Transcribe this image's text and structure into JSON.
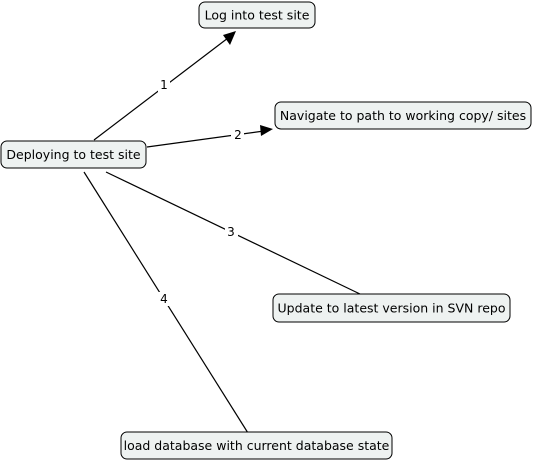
{
  "diagram": {
    "nodes": {
      "root": {
        "label": "Deploying to test site"
      },
      "n1": {
        "label": "Log into test site"
      },
      "n2": {
        "label": "Navigate to path to working copy/ sites"
      },
      "n3": {
        "label": "Update to latest version in SVN repo"
      },
      "n4": {
        "label": "load database with current database state"
      }
    },
    "edges": [
      {
        "label": "1",
        "from": "root",
        "to": "n1",
        "arrow": true
      },
      {
        "label": "2",
        "from": "root",
        "to": "n2",
        "arrow": true
      },
      {
        "label": "3",
        "from": "root",
        "to": "n3",
        "arrow": false
      },
      {
        "label": "4",
        "from": "root",
        "to": "n4",
        "arrow": false
      }
    ]
  }
}
